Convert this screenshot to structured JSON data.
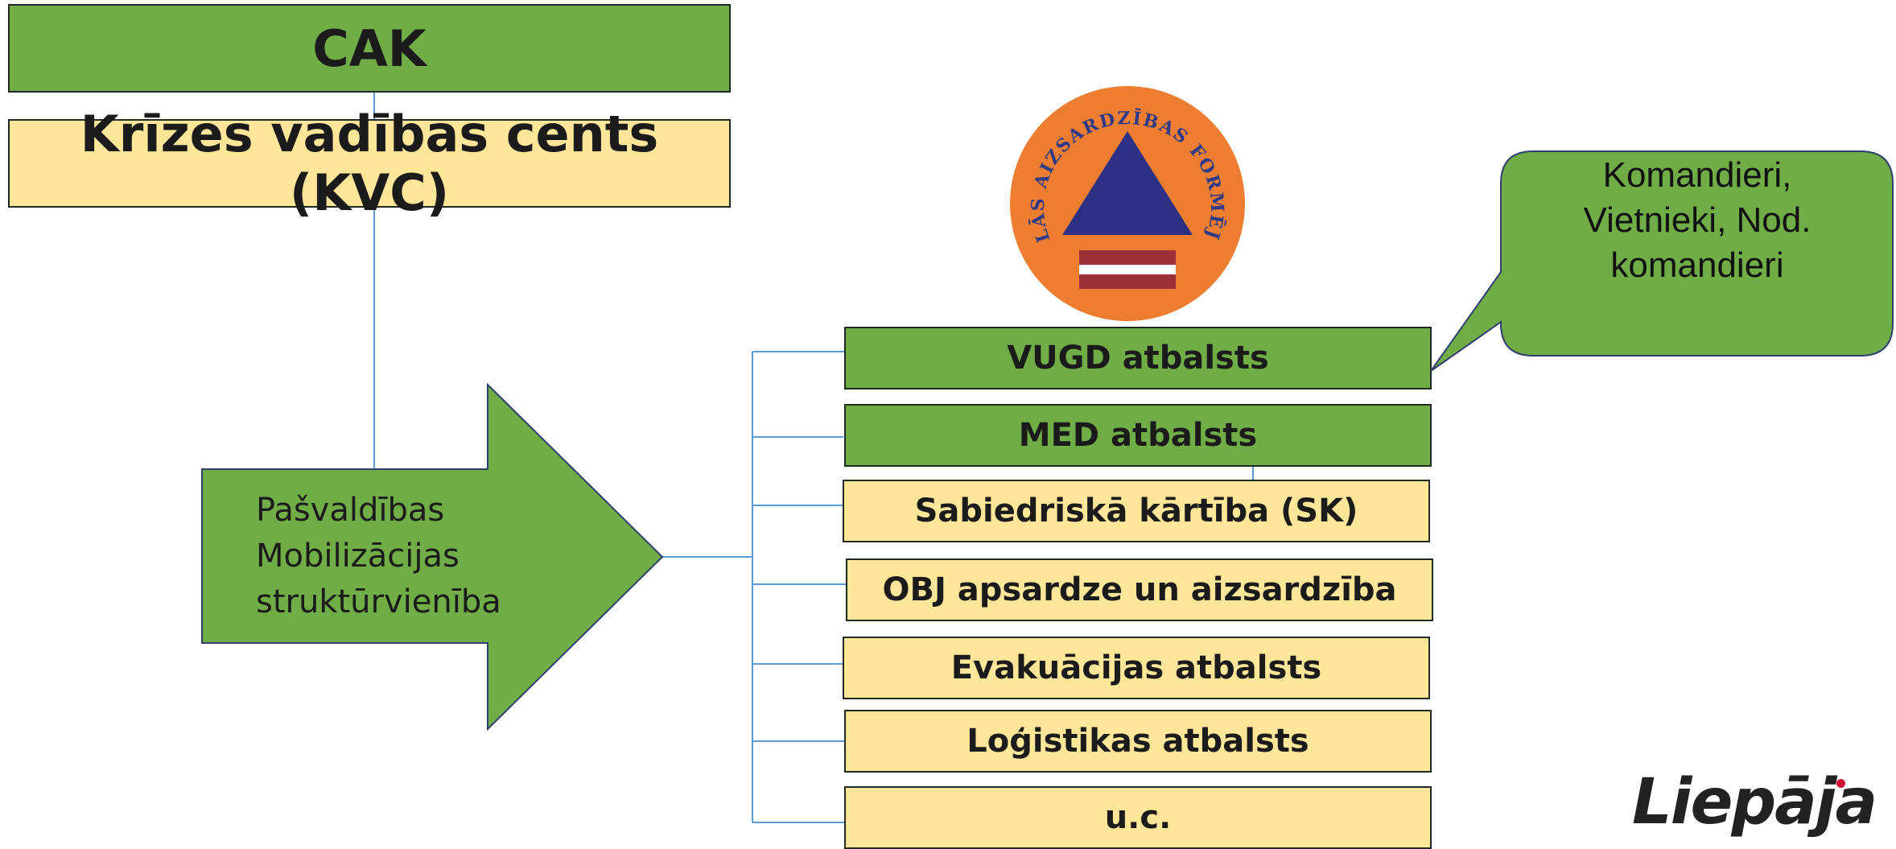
{
  "top": {
    "cak": "CAK",
    "kvc": "Krīzes vadības cents (KVC)"
  },
  "arrow": {
    "lines": [
      "Pašvaldības",
      "Mobilizācijas",
      "struktūrvienība"
    ]
  },
  "emblem": {
    "ring_text": "CIVILĀS AIZSARDZĪBAS FORMĒJUMS"
  },
  "units": [
    {
      "label": "VUGD atbalsts",
      "color": "#70ad47"
    },
    {
      "label": "MED atbalsts",
      "color": "#70ad47"
    },
    {
      "label": "Sabiedriskā kārtība (SK)",
      "color": "#ffe699"
    },
    {
      "label": "OBJ apsardze un aizsardzība",
      "color": "#ffe699"
    },
    {
      "label": "Evakuācijas atbalsts",
      "color": "#ffe699"
    },
    {
      "label": "Loģistikas atbalsts",
      "color": "#ffe699"
    },
    {
      "label": "u.c.",
      "color": "#ffe699"
    }
  ],
  "callout": {
    "lines": [
      "Komandieri,",
      "Vietnieki, Nod.",
      "komandieri"
    ]
  },
  "logo": {
    "text": "Liepāja"
  },
  "colors": {
    "green": "#70ad47",
    "yellow": "#ffe699",
    "line": "#5b9bd5",
    "border": "#1f2a20"
  }
}
